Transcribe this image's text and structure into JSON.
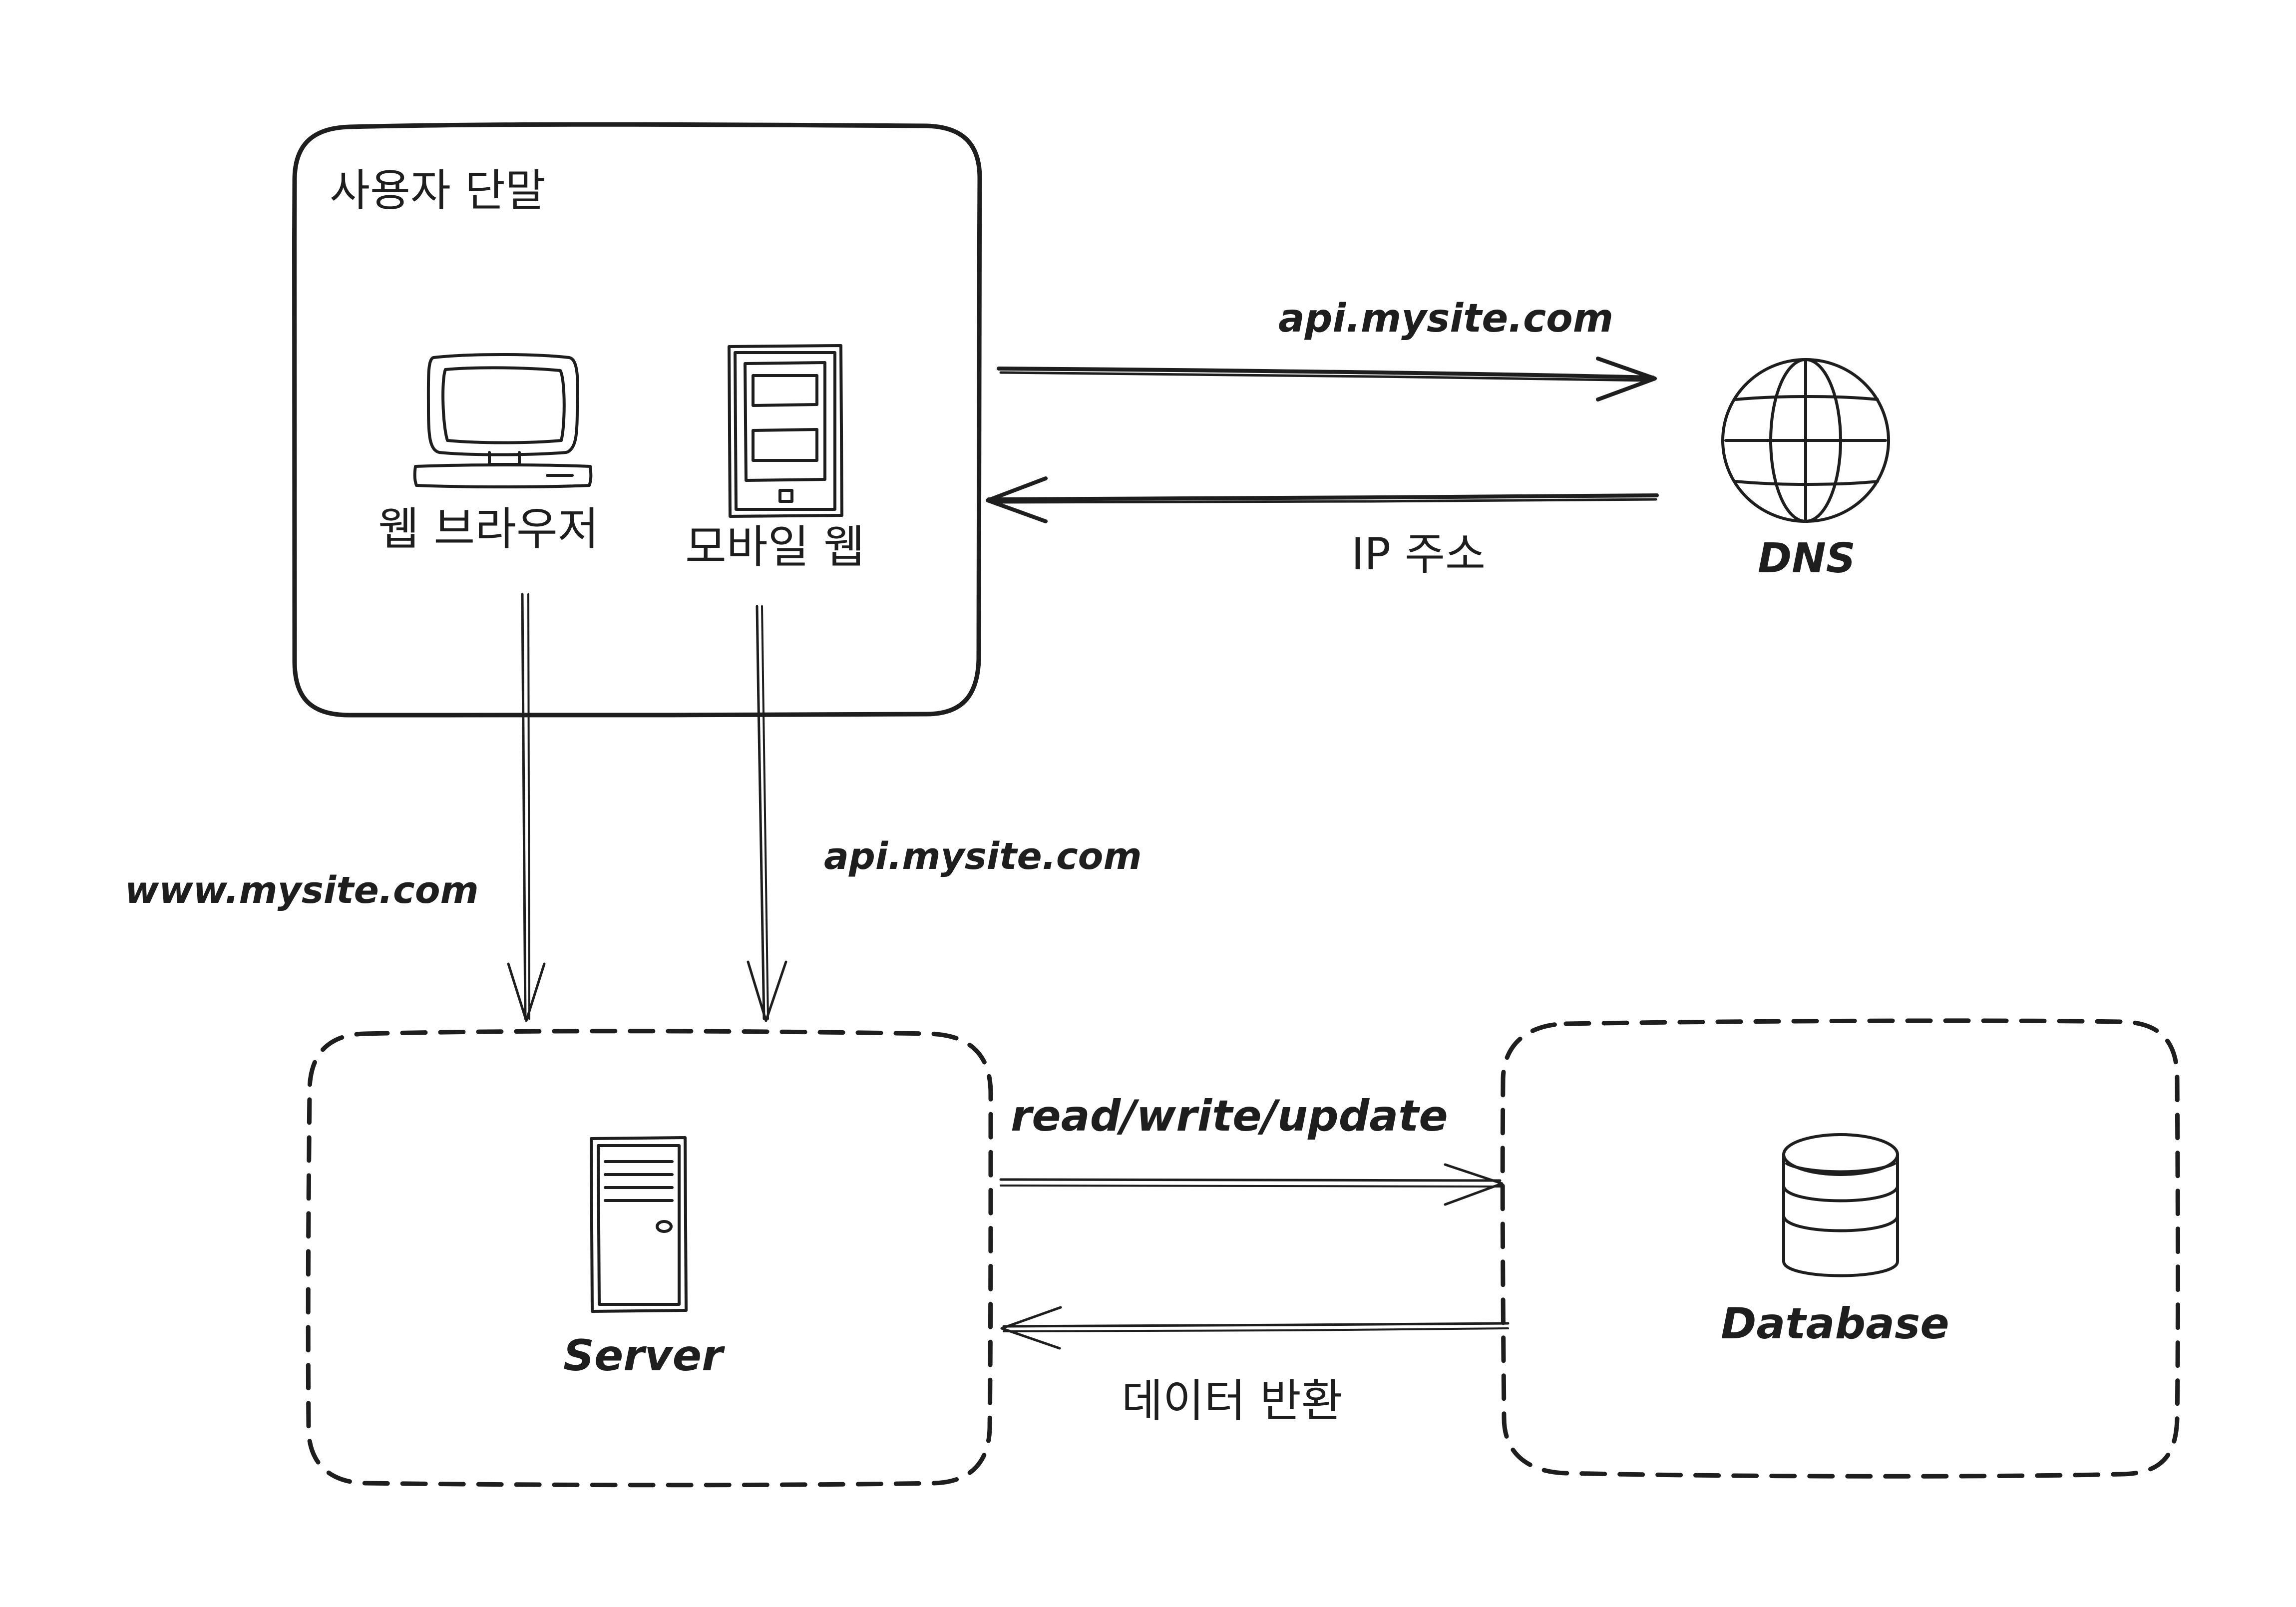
{
  "colors": {
    "ink": "#1e1e1e",
    "background": "#ffffff"
  },
  "nodes": {
    "user_device": {
      "title": "사용자 단말"
    },
    "web_browser": {
      "label": "웹 브라우저",
      "icon": "desktop-computer-icon"
    },
    "mobile_web": {
      "label": "모바일 웹",
      "icon": "mobile-phone-icon"
    },
    "dns": {
      "label": "DNS",
      "icon": "globe-icon"
    },
    "server": {
      "label": "Server",
      "icon": "server-icon"
    },
    "database": {
      "label": "Database",
      "icon": "database-icon"
    }
  },
  "edges": {
    "to_dns": {
      "label": "api.mysite.com"
    },
    "from_dns": {
      "label": "IP 주소"
    },
    "browser_to_server": {
      "label": "www.mysite.com"
    },
    "mobile_to_server": {
      "label": "api.mysite.com"
    },
    "server_to_db": {
      "label": "read/write/update"
    },
    "db_to_server": {
      "label": "데이터 반환"
    }
  }
}
